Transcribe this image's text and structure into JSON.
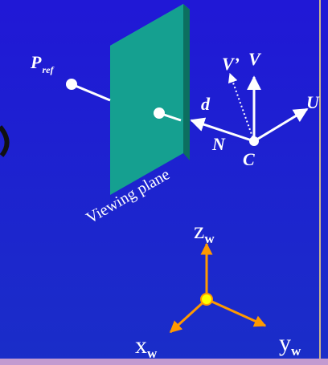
{
  "diagram": {
    "labels": {
      "p_ref_main": "P",
      "p_ref_sub": "ref",
      "v_prime": "V’",
      "v": "V",
      "u": "U",
      "d": "d",
      "n": "N",
      "c": "C",
      "plane": "Viewing plane",
      "zw_main": "z",
      "zw_sub": "w",
      "xw_main": "x",
      "xw_sub": "w",
      "yw_main": "y",
      "yw_sub": "w"
    },
    "colors": {
      "background_top": "#2018d6",
      "background_bottom": "#1a2ec8",
      "plane_front": "#15a090",
      "plane_side": "#0c6f60",
      "plane_top": "#2fc2ad",
      "axes_world": "#ff9900",
      "origin_point": "#ffff00",
      "vectors": "#ffffff",
      "frame_right": "#c9b38c",
      "frame_bottom": "#c39ad0"
    }
  }
}
